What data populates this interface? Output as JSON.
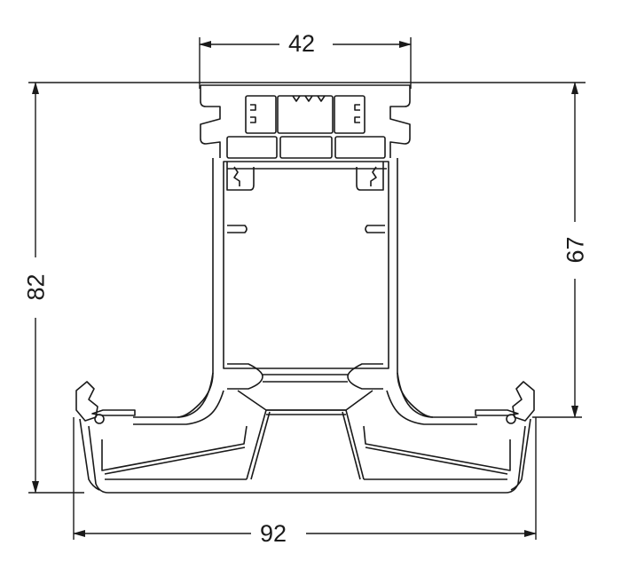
{
  "diagram": {
    "type": "technical-profile-section",
    "subject": "aluminium mullion/transom profile cross-section",
    "stroke_color": "#1a1a1a",
    "background": "#ffffff",
    "dimensions": {
      "top_width": {
        "value": "42",
        "orientation": "horizontal"
      },
      "bottom_width": {
        "value": "92",
        "orientation": "horizontal"
      },
      "overall_height": {
        "value": "82",
        "orientation": "vertical",
        "side": "left"
      },
      "body_height": {
        "value": "67",
        "orientation": "vertical",
        "side": "right"
      }
    }
  }
}
